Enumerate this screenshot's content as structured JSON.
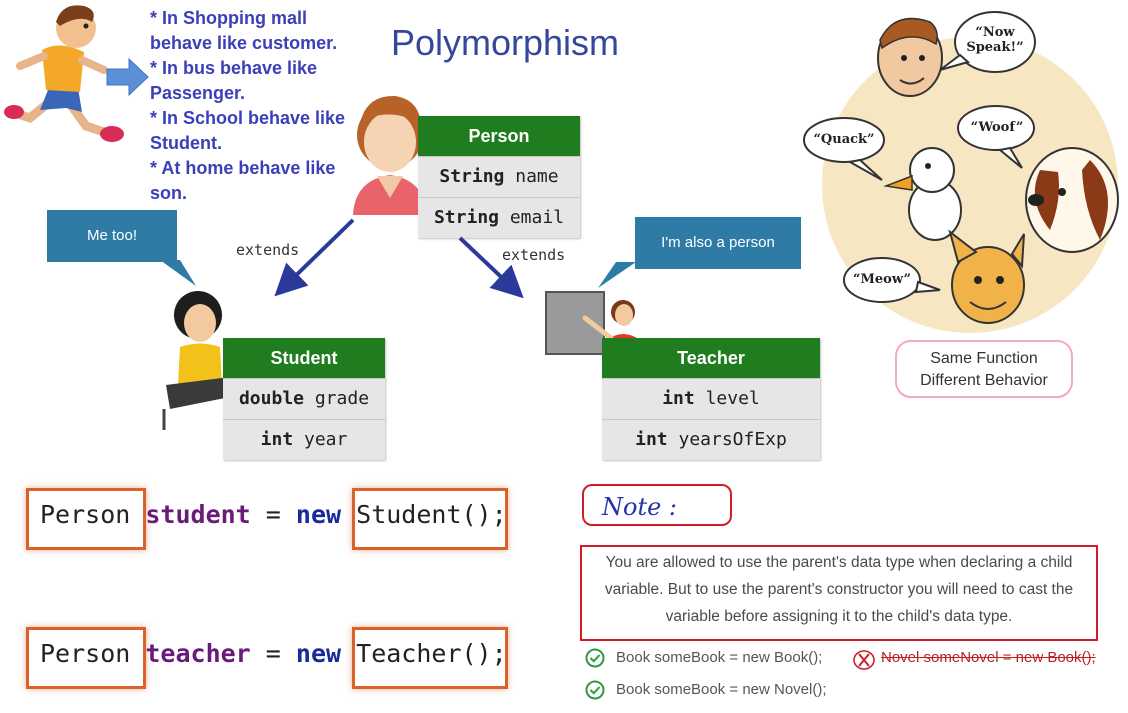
{
  "title": "Polymorphism",
  "bullets": [
    "* In Shopping mall",
    "behave like customer.",
    "* In bus behave like",
    "Passenger.",
    "* In School behave like",
    "Student.",
    "* At home behave like",
    "son."
  ],
  "person_class": {
    "name": "Person",
    "fields": [
      {
        "type": "String",
        "name": "name"
      },
      {
        "type": "String",
        "name": "email"
      }
    ]
  },
  "student_class": {
    "name": "Student",
    "fields": [
      {
        "type": "double",
        "name": "grade"
      },
      {
        "type": "int",
        "name": "year"
      }
    ]
  },
  "teacher_class": {
    "name": "Teacher",
    "fields": [
      {
        "type": "int",
        "name": "level"
      },
      {
        "type": "int",
        "name": "yearsOfExp"
      }
    ]
  },
  "extends_label": "extends",
  "callout_student": "Me too!",
  "callout_teacher": "I'm also a person",
  "speech": {
    "now_speak_1": "“Now",
    "now_speak_2": "Speak!”",
    "woof": "“Woof”",
    "quack": "“Quack”",
    "meow": "“Meow”"
  },
  "same_function": [
    "Same Function",
    "Different Behavior"
  ],
  "code_lines": [
    {
      "type": "Person",
      "var": "student",
      "eq": "=",
      "new": "new",
      "ctor": "Student()",
      "end": ";"
    },
    {
      "type": "Person",
      "var": "teacher",
      "eq": "=",
      "new": "new",
      "ctor": "Teacher()",
      "end": ";"
    }
  ],
  "note_title": "Note :",
  "note_text": "You are allowed to use the parent's data type when declaring a child variable. But to use the parent's constructor you will need to cast the variable before assigning it to the child's data type.",
  "examples": {
    "ok1": "Book someBook = new Book();",
    "bad": "Novel someNovel = new Book();",
    "ok2": "Book someBook = new Novel();"
  },
  "colors": {
    "green_header": "#1f7d1f",
    "callout": "#2e7ca6",
    "title": "#34479a",
    "bullets": "#3b3fb8",
    "code_box": "#d9622b",
    "note_red": "#d21c2a"
  }
}
